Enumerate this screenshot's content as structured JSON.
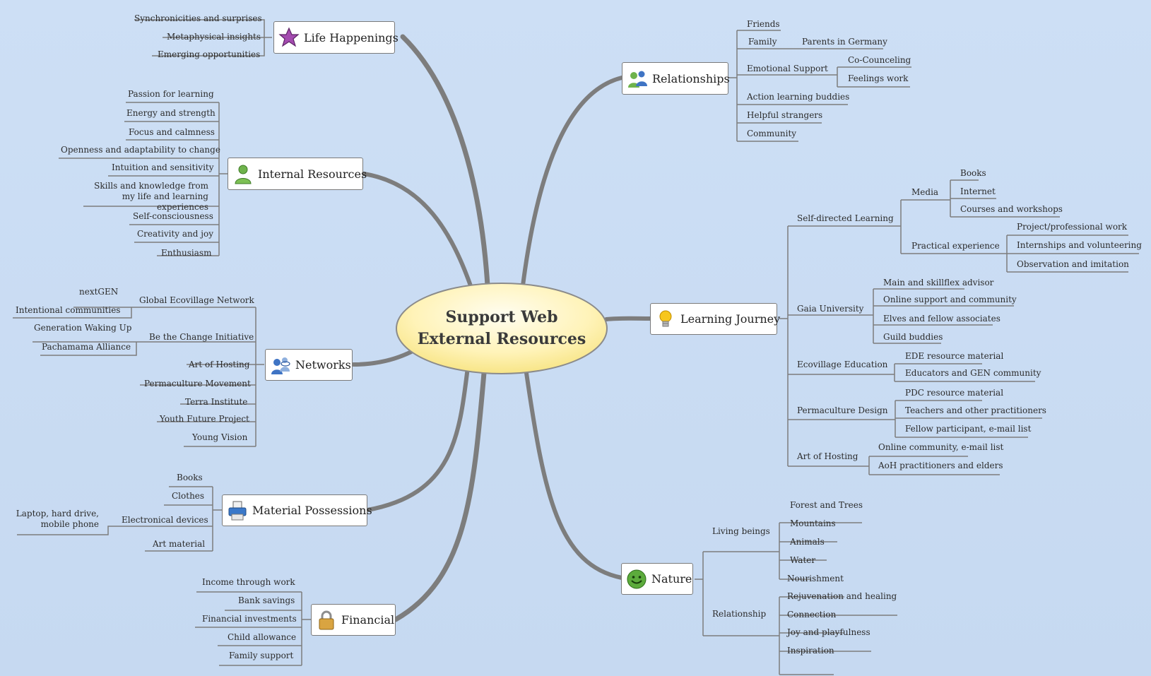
{
  "central": {
    "line1": "Support Web",
    "line2": "External Resources"
  },
  "colors": {
    "background": "#c9dbf2",
    "branch": "#7d7d7d",
    "central_fill": "#fdf0a8"
  },
  "branches": {
    "life_happenings": {
      "label": "Life Happenings",
      "icon": "star-icon",
      "items": [
        "Synchronicities and surprises",
        "Metaphysical insights",
        "Emerging opportunities"
      ]
    },
    "internal_resources": {
      "label": "Internal Resources",
      "icon": "person-icon",
      "items": [
        "Passion for learning",
        "Energy and strength",
        "Focus and calmness",
        "Openness and adaptability to change",
        "Intuition and sensitivity",
        "Skills and knowledge from my life and learning experiences",
        "Self-consciousness",
        "Creativity and joy",
        "Enthusiasm"
      ]
    },
    "networks": {
      "label": "Networks",
      "icon": "networking-people-icon",
      "items": {
        "global_ecovillage": "Global Ecovillage Network",
        "nextgen": "nextGEN",
        "intentional": "Intentional communities",
        "be_the_change": "Be the Change Initiative",
        "generation": "Generation Waking Up",
        "pachamama": "Pachamama Alliance",
        "art_of_hosting": "Art of Hosting",
        "permaculture": "Permaculture Movement",
        "terra": "Terra Institute",
        "youth_future": "Youth Future Project",
        "young_vision": "Young Vision"
      }
    },
    "material": {
      "label": "Material Possessions",
      "icon": "printer-icon",
      "items": {
        "books": "Books",
        "clothes": "Clothes",
        "electronical": "Electronical devices",
        "laptop": "Laptop, hard drive, mobile phone",
        "art_material": "Art material"
      }
    },
    "financial": {
      "label": "Financial",
      "icon": "padlock-icon",
      "items": [
        "Income through work",
        "Bank savings",
        "Financial investments",
        "Child allowance",
        "Family support"
      ]
    },
    "relationships": {
      "label": "Relationships",
      "icon": "people-icon",
      "items": {
        "friends": "Friends",
        "family": "Family",
        "parents": "Parents in Germany",
        "emotional": "Emotional Support",
        "co_counseling": "Co-Counceling",
        "feelings": "Feelings work",
        "action_learning": "Action learning buddies",
        "helpful": "Helpful strangers",
        "community": "Community"
      }
    },
    "learning": {
      "label": "Learning Journey",
      "icon": "lightbulb-icon",
      "items": {
        "self_directed": "Self-directed Learning",
        "media": "Media",
        "books": "Books",
        "internet": "Internet",
        "courses": "Courses and workshops",
        "practical": "Practical experience",
        "project_work": "Project/professional work",
        "internships": "Internships and volunteering",
        "observation": "Observation and imitation",
        "gaia": "Gaia University",
        "main_advisor": "Main and skillflex advisor",
        "online_support": "Online support and community",
        "elves": "Elves and fellow associates",
        "guild": "Guild buddies",
        "ecovillage_ed": "Ecovillage Education",
        "ede": "EDE resource material",
        "educators": "Educators and GEN community",
        "permaculture_design": "Permaculture Design",
        "pdc": "PDC resource material",
        "teachers": "Teachers and other practitioners",
        "fellow": "Fellow participant, e-mail list",
        "art_of_hosting": "Art of Hosting",
        "online_community": "Online community, e-mail list",
        "aoh": "AoH practitioners and elders"
      }
    },
    "nature": {
      "label": "Nature",
      "icon": "smiley-icon",
      "items": {
        "living": "Living beings",
        "forest": "Forest and Trees",
        "mountains": "Mountains",
        "animals": "Animals",
        "water": "Water",
        "relationship": "Relationship",
        "nourishment": "Nourishment",
        "rejuvenation": "Rejuvenation and healing",
        "connection": "Connection",
        "joy": "Joy and playfulness",
        "inspiration": "Inspiration"
      }
    }
  }
}
